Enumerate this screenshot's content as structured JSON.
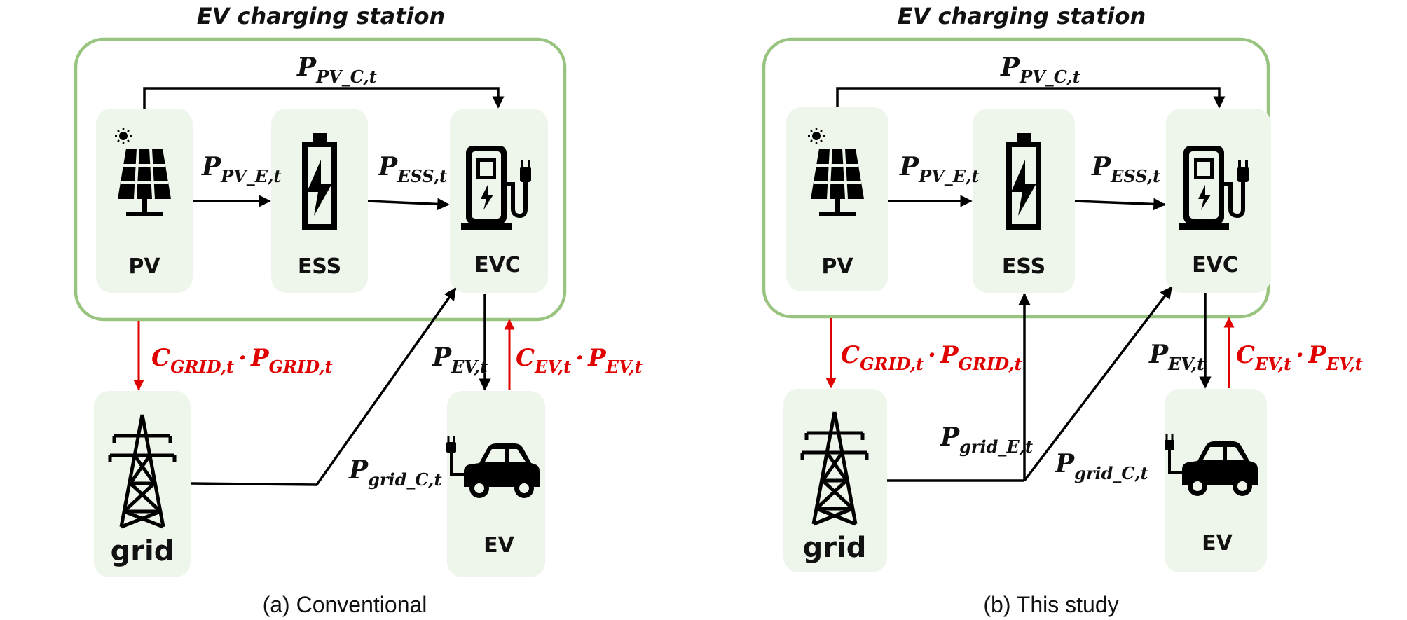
{
  "panels": [
    {
      "id": "a",
      "station_title": "EV charging station",
      "caption": "(a) Conventional",
      "nodes": {
        "pv": "PV",
        "ess": "ESS",
        "evc": "EVC",
        "grid": "grid",
        "ev": "EV"
      },
      "flows": {
        "pv_c": {
          "base": "P",
          "sub": "PV_C,t"
        },
        "pv_e": {
          "base": "P",
          "sub": "PV_E,t"
        },
        "ess": {
          "base": "P",
          "sub": "ESS,t"
        },
        "ev": {
          "base": "P",
          "sub": "EV,t"
        },
        "grid_c": {
          "base": "P",
          "sub": "grid_C,t"
        }
      },
      "costs": {
        "grid": {
          "c": "C",
          "c_sub": "GRID,t",
          "dot": "·",
          "p": "P",
          "p_sub": "GRID,t"
        },
        "ev": {
          "c": "C",
          "c_sub": "EV,t",
          "dot": "·",
          "p": "P",
          "p_sub": "EV,t"
        }
      }
    },
    {
      "id": "b",
      "station_title": "EV charging station",
      "caption": "(b) This study",
      "nodes": {
        "pv": "PV",
        "ess": "ESS",
        "evc": "EVC",
        "grid": "grid",
        "ev": "EV"
      },
      "flows": {
        "pv_c": {
          "base": "P",
          "sub": "PV_C,t"
        },
        "pv_e": {
          "base": "P",
          "sub": "PV_E,t"
        },
        "ess": {
          "base": "P",
          "sub": "ESS,t"
        },
        "ev": {
          "base": "P",
          "sub": "EV,t"
        },
        "grid_e": {
          "base": "P",
          "sub": "grid_E,t"
        },
        "grid_c": {
          "base": "P",
          "sub": "grid_C,t"
        }
      },
      "costs": {
        "grid": {
          "c": "C",
          "c_sub": "GRID,t",
          "dot": "·",
          "p": "P",
          "p_sub": "GRID,t"
        },
        "ev": {
          "c": "C",
          "c_sub": "EV,t",
          "dot": "·",
          "p": "P",
          "p_sub": "EV,t"
        }
      }
    }
  ],
  "colors": {
    "station_border": "#98c47f",
    "node_fill": "#eef5ea",
    "cost_flow": "#e00000",
    "power_flow": "#000000"
  },
  "icons": {
    "pv": "solar-panel-icon",
    "ess": "battery-charging-icon",
    "evc": "ev-charger-icon",
    "grid": "power-tower-icon",
    "ev": "electric-car-icon"
  }
}
